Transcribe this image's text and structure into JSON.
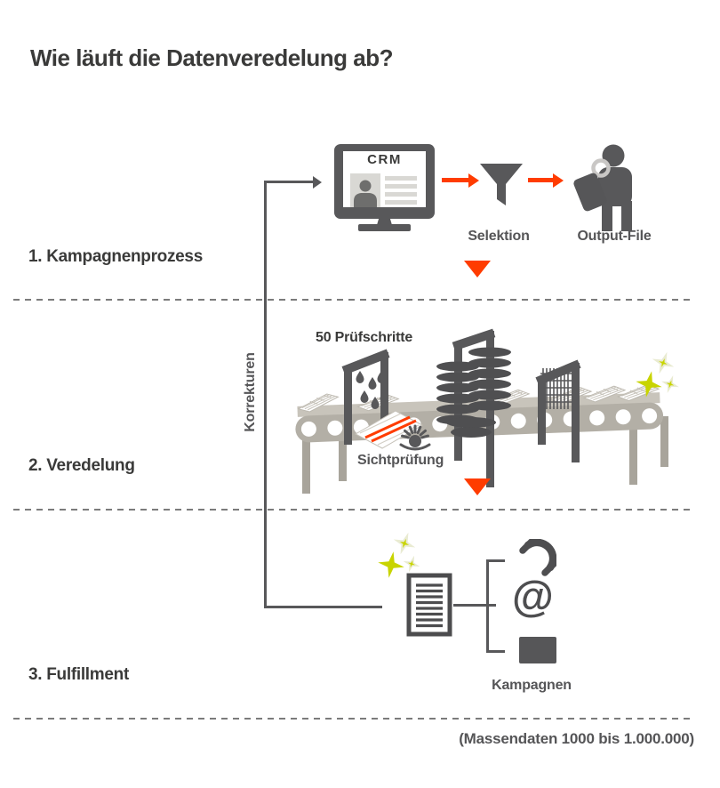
{
  "title": "Wie läuft die Datenveredelung ab?",
  "colors": {
    "accent_orange": "#ff3c00",
    "icon_gray": "#58585a",
    "text_dark": "#3a3a39",
    "belt_taupe": "#b3afa6",
    "sparkle_green": "#c8d400"
  },
  "sections": {
    "s1": {
      "label": "1. Kampagnenprozess"
    },
    "s2": {
      "label": "2. Veredelung"
    },
    "s3": {
      "label": "3. Fulfillment"
    }
  },
  "kampagnenprozess": {
    "crm": "CRM",
    "selektion": "Selektion",
    "output_file": "Output-File"
  },
  "veredelung": {
    "pruefschritte": "50 Prüfschritte",
    "sichtpruefung": "Sichtprüfung"
  },
  "feedback": {
    "label": "Korrekturen"
  },
  "fulfillment": {
    "kampagnen": "Kampagnen",
    "at_symbol": "@"
  },
  "footnote": "(Massendaten 1000 bis 1.000.000)"
}
